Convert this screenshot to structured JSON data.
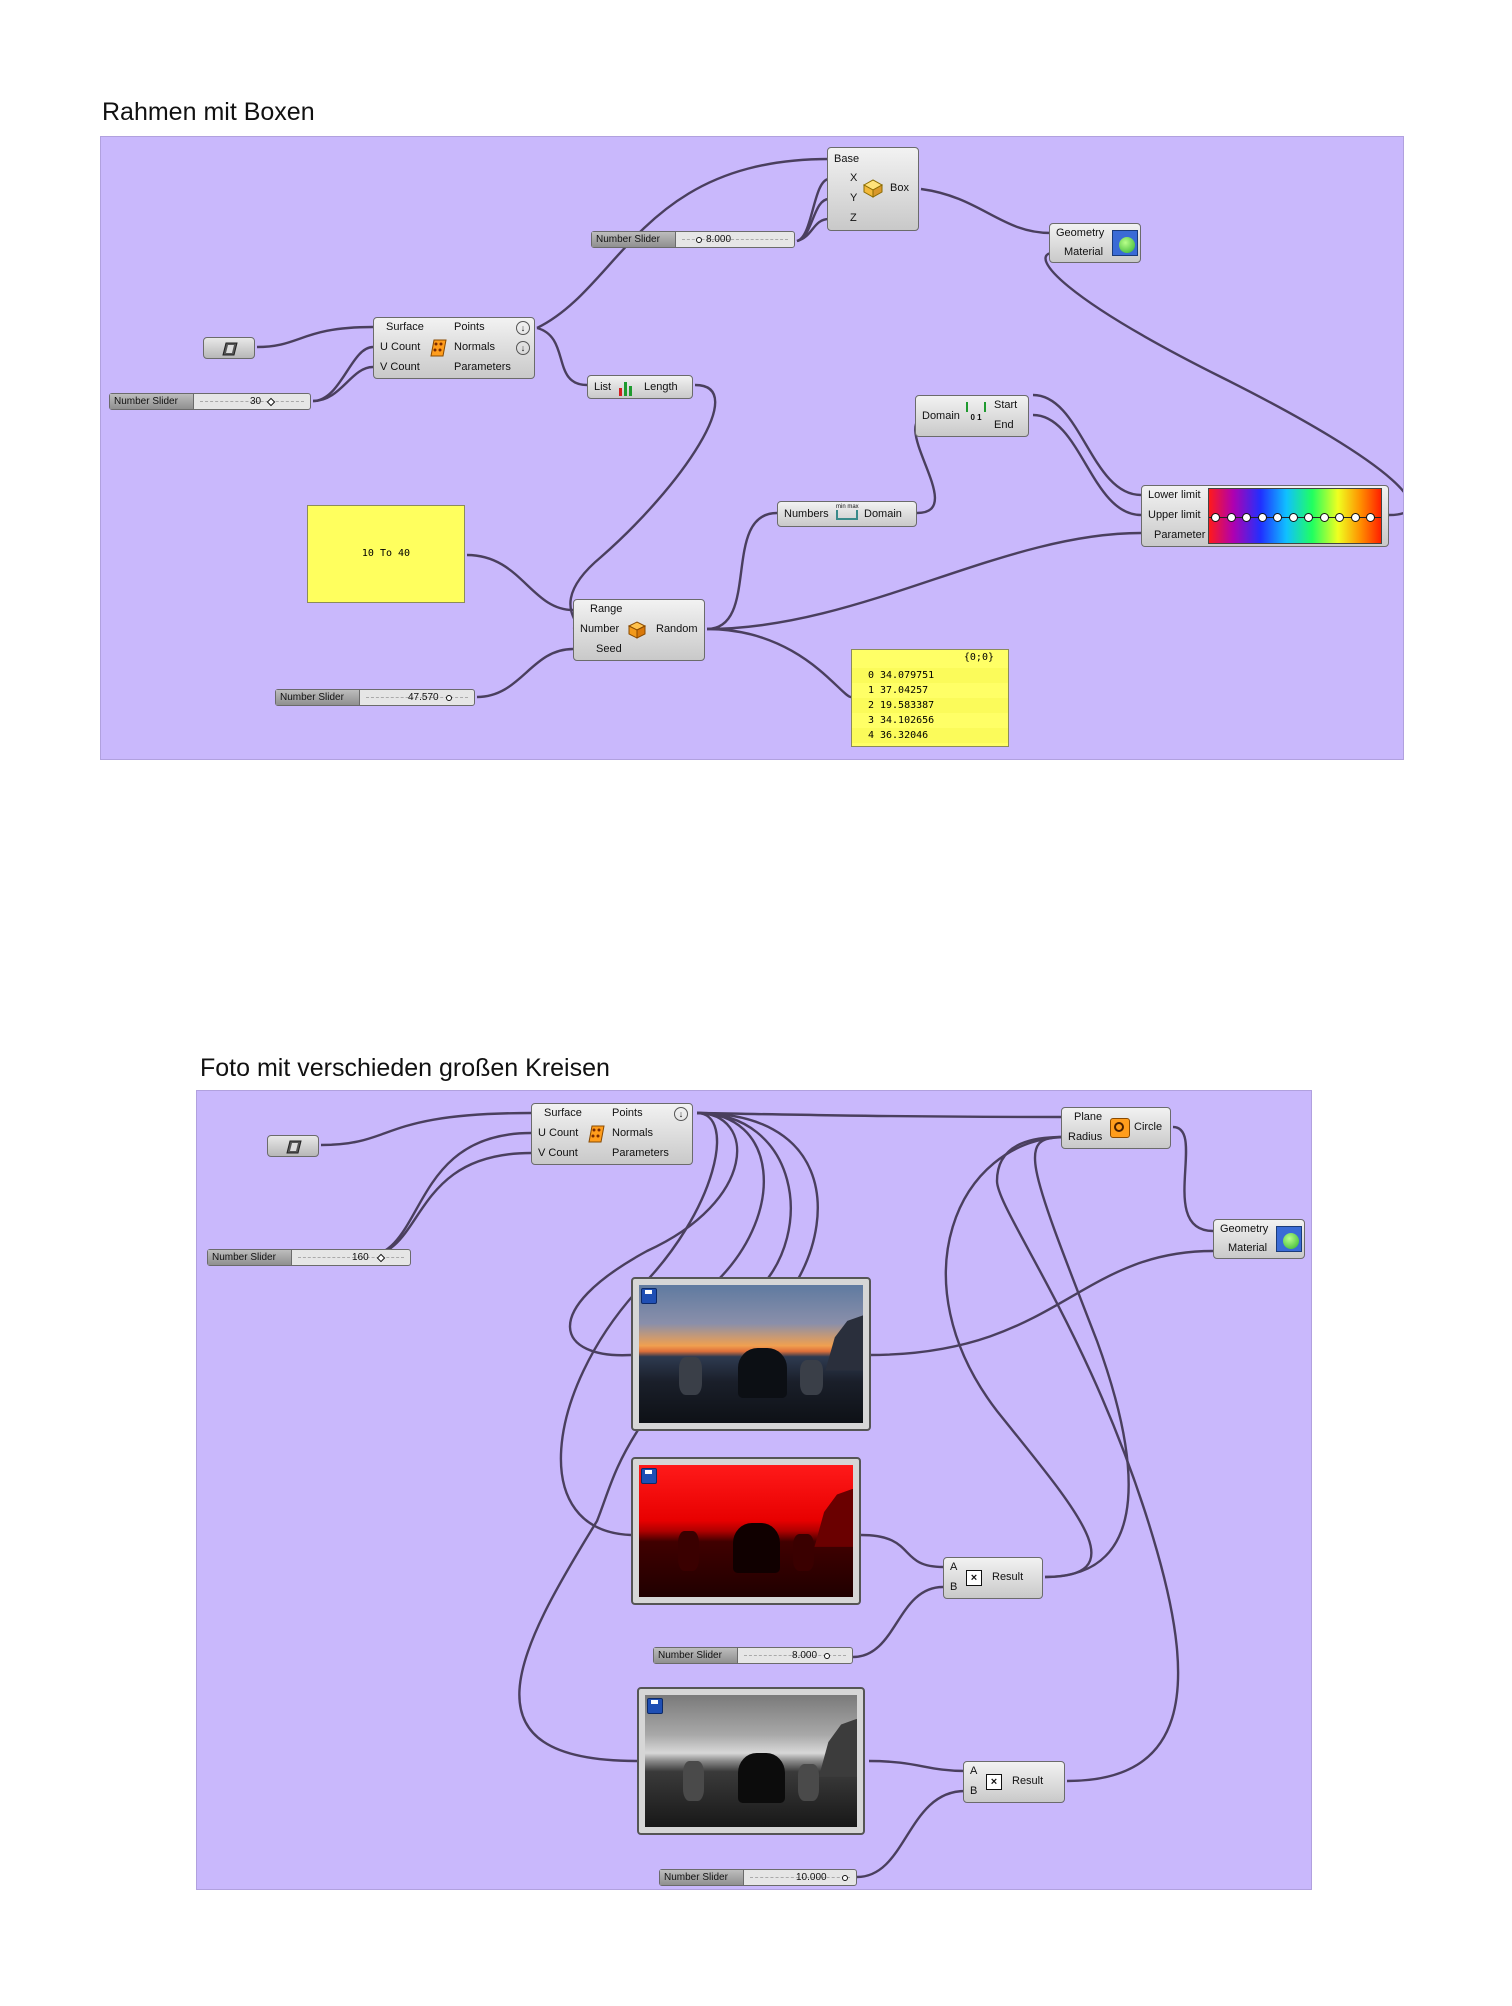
{
  "section1": {
    "title": "Rahmen mit Boxen",
    "box": {
      "base": "Base",
      "x": "X",
      "y": "Y",
      "z": "Z",
      "output": "Box"
    },
    "slider_box": {
      "label": "Number Slider",
      "value": "8.000"
    },
    "preview1": {
      "geometry": "Geometry",
      "material": "Material"
    },
    "divide": {
      "surface": "Surface",
      "ucount": "U Count",
      "vcount": "V Count",
      "points": "Points",
      "normals": "Normals",
      "parameters": "Parameters"
    },
    "slider_count": {
      "label": "Number Slider",
      "value": "30"
    },
    "list_length": {
      "list": "List",
      "length": "Length"
    },
    "domain": {
      "input": "Domain",
      "start": "Start",
      "end": "End",
      "icon_text": "0 1"
    },
    "bounds": {
      "numbers": "Numbers",
      "domain": "Domain",
      "icon_text": "min max"
    },
    "panel_range": {
      "text": "10 To 40"
    },
    "random": {
      "range": "Range",
      "number": "Number",
      "seed": "Seed",
      "output": "Random"
    },
    "slider_seed": {
      "label": "Number Slider",
      "value": "47.570"
    },
    "gradient": {
      "lower": "Lower limit",
      "upper": "Upper limit",
      "parameter": "Parameter"
    },
    "panel_list": {
      "header": "{0;0}",
      "rows": [
        {
          "i": "0",
          "v": "34.079751"
        },
        {
          "i": "1",
          "v": "37.04257"
        },
        {
          "i": "2",
          "v": "19.583387"
        },
        {
          "i": "3",
          "v": "34.102656"
        },
        {
          "i": "4",
          "v": "36.32046"
        }
      ]
    }
  },
  "section2": {
    "title": "Foto mit verschieden großen Kreisen",
    "divide": {
      "surface": "Surface",
      "ucount": "U Count",
      "vcount": "V Count",
      "points": "Points",
      "normals": "Normals",
      "parameters": "Parameters"
    },
    "slider_count": {
      "label": "Number Slider",
      "value": "160"
    },
    "circle": {
      "plane": "Plane",
      "radius": "Radius",
      "output": "Circle"
    },
    "preview": {
      "geometry": "Geometry",
      "material": "Material"
    },
    "mult1": {
      "a": "A",
      "b": "B",
      "result": "Result"
    },
    "slider_mult1": {
      "label": "Number Slider",
      "value": "8.000"
    },
    "mult2": {
      "a": "A",
      "b": "B",
      "result": "Result"
    },
    "slider_mult2": {
      "label": "Number Slider",
      "value": "10.000"
    }
  },
  "colors": {
    "canvas": "#c9b8fc",
    "panel": "#ffff66",
    "wire": "#4a3f5e"
  }
}
